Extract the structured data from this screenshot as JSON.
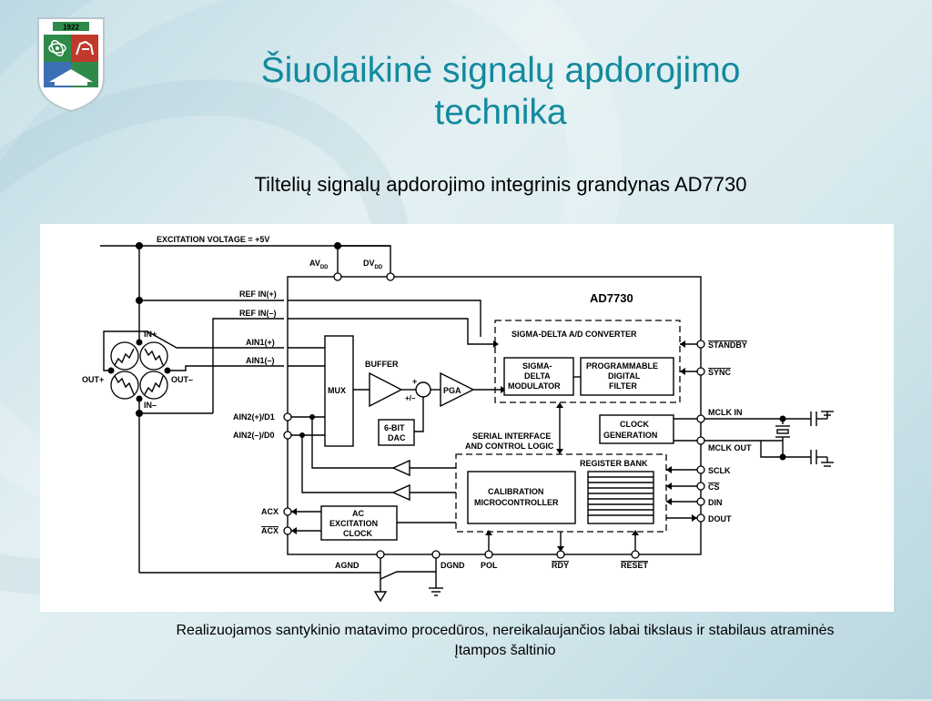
{
  "slide": {
    "title_line1": "Šiuolaikinė signalų apdorojimo",
    "title_line2": "technika",
    "subtitle": "Tiltelių signalų apdorojimo integrinis grandynas AD7730",
    "caption_line1": "Realizuojamos santykinio matavimo procedūros, nereikalaujančios labai tikslaus ir stabilaus atraminės",
    "caption_line2": "Įtampos šaltinio",
    "logo_year": "1922"
  },
  "diagram": {
    "chip_name": "AD7730",
    "excitation": "EXCITATION VOLTAGE = +5V",
    "avdd_main": "AV",
    "avdd_sub": "DD",
    "dvdd_main": "DV",
    "dvdd_sub": "DD",
    "ref_in_plus": "REF IN(+)",
    "ref_in_minus": "REF IN(–)",
    "ain1_plus": "AIN1(+)",
    "ain1_minus": "AIN1(–)",
    "ain2_plus": "AIN2(+)/D1",
    "ain2_minus": "AIN2(–)/D0",
    "acx": "ACX",
    "acx_bar": "ACX",
    "agnd": "AGND",
    "dgnd": "DGND",
    "pol": "POL",
    "rdy": "RDY",
    "reset": "RESET",
    "bridge_in_plus": "IN+",
    "bridge_in_minus": "IN–",
    "bridge_out_plus": "OUT+",
    "bridge_out_minus": "OUT–",
    "mux": "MUX",
    "buffer": "BUFFER",
    "pga": "PGA",
    "plus_sign": "+",
    "pm_sign": "+/–",
    "dac_line1": "6-BIT",
    "dac_line2": "DAC",
    "sd_converter": "SIGMA-DELTA A/D CONVERTER",
    "sd_mod_line1": "SIGMA-",
    "sd_mod_line2": "DELTA",
    "sd_mod_line3": "MODULATOR",
    "filter_line1": "PROGRAMMABLE",
    "filter_line2": "DIGITAL",
    "filter_line3": "FILTER",
    "clock_line1": "CLOCK",
    "clock_line2": "GENERATION",
    "serial_line1": "SERIAL INTERFACE",
    "serial_line2": "AND CONTROL LOGIC",
    "register_bank": "REGISTER BANK",
    "calib_line1": "CALIBRATION",
    "calib_line2": "MICROCONTROLLER",
    "ac_line1": "AC",
    "ac_line2": "EXCITATION",
    "ac_line3": "CLOCK",
    "standby": "STANDBY",
    "sync": "SYNC",
    "mclk_in": "MCLK IN",
    "mclk_out": "MCLK OUT",
    "sclk": "SCLK",
    "cs": "CS",
    "din": "DIN",
    "dout": "DOUT"
  },
  "colors": {
    "title": "#138a9e",
    "logo_green": "#2f8a4a",
    "logo_red": "#c0392b",
    "logo_blue": "#3c6fb4"
  }
}
